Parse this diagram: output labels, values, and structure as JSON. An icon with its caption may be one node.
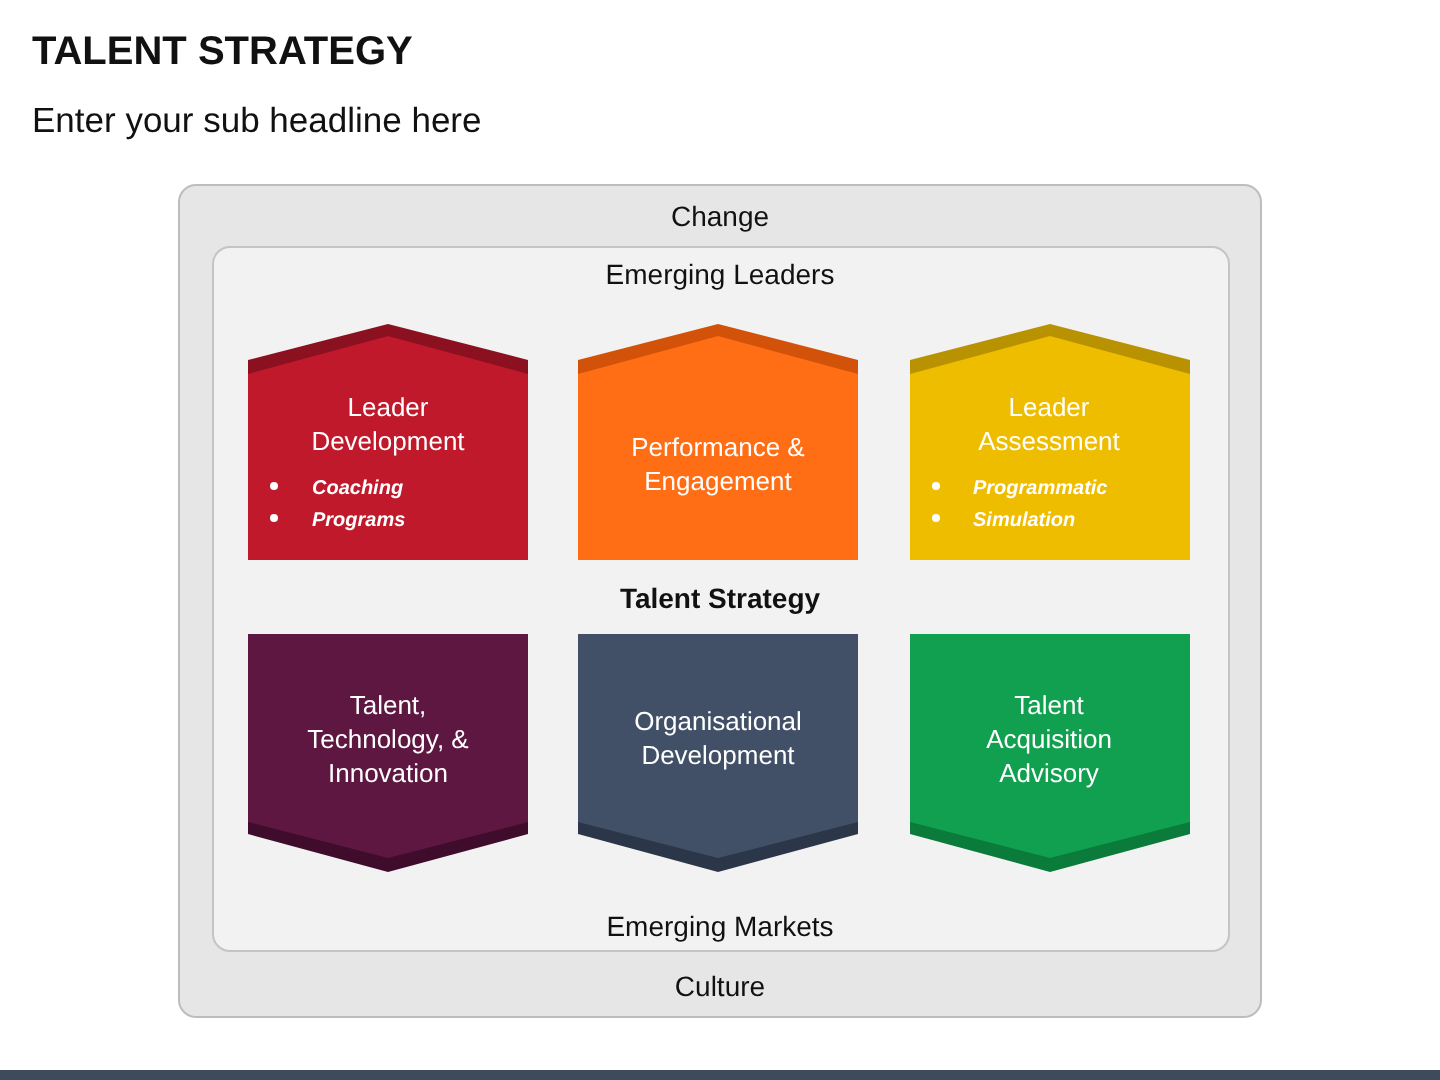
{
  "diagram": {
    "title": "TALENT STRATEGY",
    "nodes": [
      {
        "text": [
          "Change",
          "Culture"
        ]
      },
      {
        "text": [
          "Emerging Leaders",
          "Emerging Markets"
        ],
        "in": 0
      },
      {
        "text": [
          "Leader Development",
          "Coaching",
          "Programs"
        ],
        "in": 1
      },
      {
        "text": [
          "Performance & Engagement"
        ],
        "in": 1
      },
      {
        "text": [
          "Leader Assessment",
          "Programmatic",
          "Simulation"
        ],
        "in": 1
      },
      {
        "text": [
          "Talent, Technology, & Innovation"
        ],
        "in": 1
      },
      {
        "text": [
          "Organisational Development"
        ],
        "in": 1
      },
      {
        "text": [
          "Talent Acquisition Advisory"
        ],
        "in": 1
      }
    ],
    "labels": [
      "Enter your sub headline here",
      "Talent Strategy"
    ]
  }
}
